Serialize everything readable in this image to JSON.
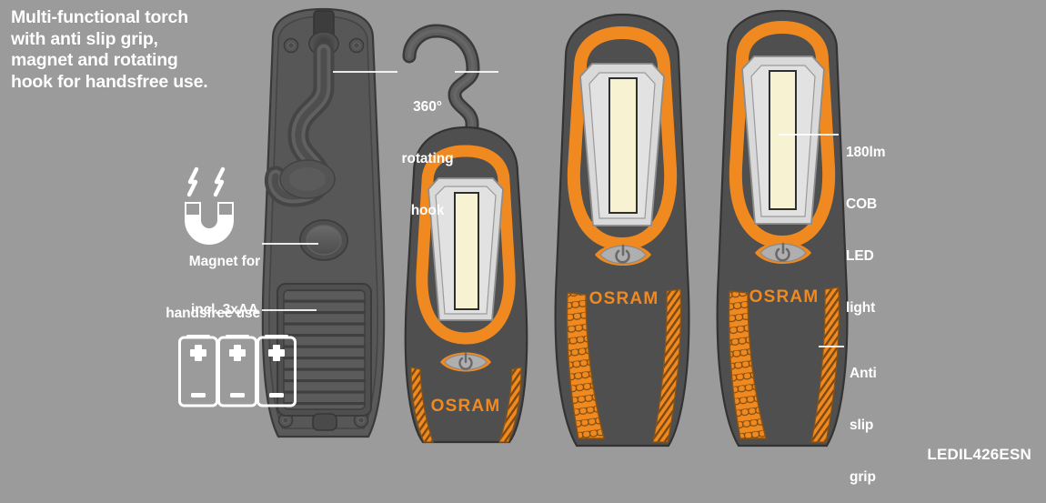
{
  "meta": {
    "background_color": "#9b9b9b",
    "text_color": "#ffffff",
    "brand_orange": "#F08A20",
    "body_dark": "#4a4a4a",
    "body_mid": "#5a5a5a",
    "led_cream": "#F6F2D2",
    "reflector_gray": "#D9D9D9"
  },
  "headline": {
    "line1": "Multi-functional torch",
    "line2": "with anti slip grip,",
    "line3": "magnet and rotating",
    "line4": "hook for handsfree use."
  },
  "callouts": {
    "hook": {
      "line1": "360°",
      "line2": "rotating",
      "line3": "hook"
    },
    "led": {
      "line1": "180lm",
      "line2": "COB",
      "line3": "LED",
      "line4": "light"
    },
    "magnet": {
      "line1": "Magnet for",
      "line2": "handsfree use",
      "icon": "magnet-icon"
    },
    "batteries": {
      "label": "incl. 3xAA",
      "count": 3,
      "plus": "+",
      "minus": "–"
    },
    "grip": {
      "line1": "Anti",
      "line2": "slip",
      "line3": "grip"
    }
  },
  "brand": {
    "wordmark": "OSRAM"
  },
  "product": {
    "code": "LEDIL426ESN"
  },
  "views": [
    {
      "name": "rear-view",
      "features": [
        "hook-channel",
        "magnet-recess",
        "battery-door",
        "corner-screws"
      ]
    },
    {
      "name": "front-view-with-hook",
      "features": [
        "rotating-hook",
        "cob-led",
        "power-button",
        "osram-logo",
        "anti-slip-grip"
      ]
    },
    {
      "name": "front-view-angled",
      "features": [
        "cob-led",
        "power-button",
        "osram-logo",
        "anti-slip-grip"
      ]
    },
    {
      "name": "front-view-right",
      "features": [
        "cob-led",
        "power-button",
        "osram-logo",
        "anti-slip-grip"
      ]
    }
  ]
}
